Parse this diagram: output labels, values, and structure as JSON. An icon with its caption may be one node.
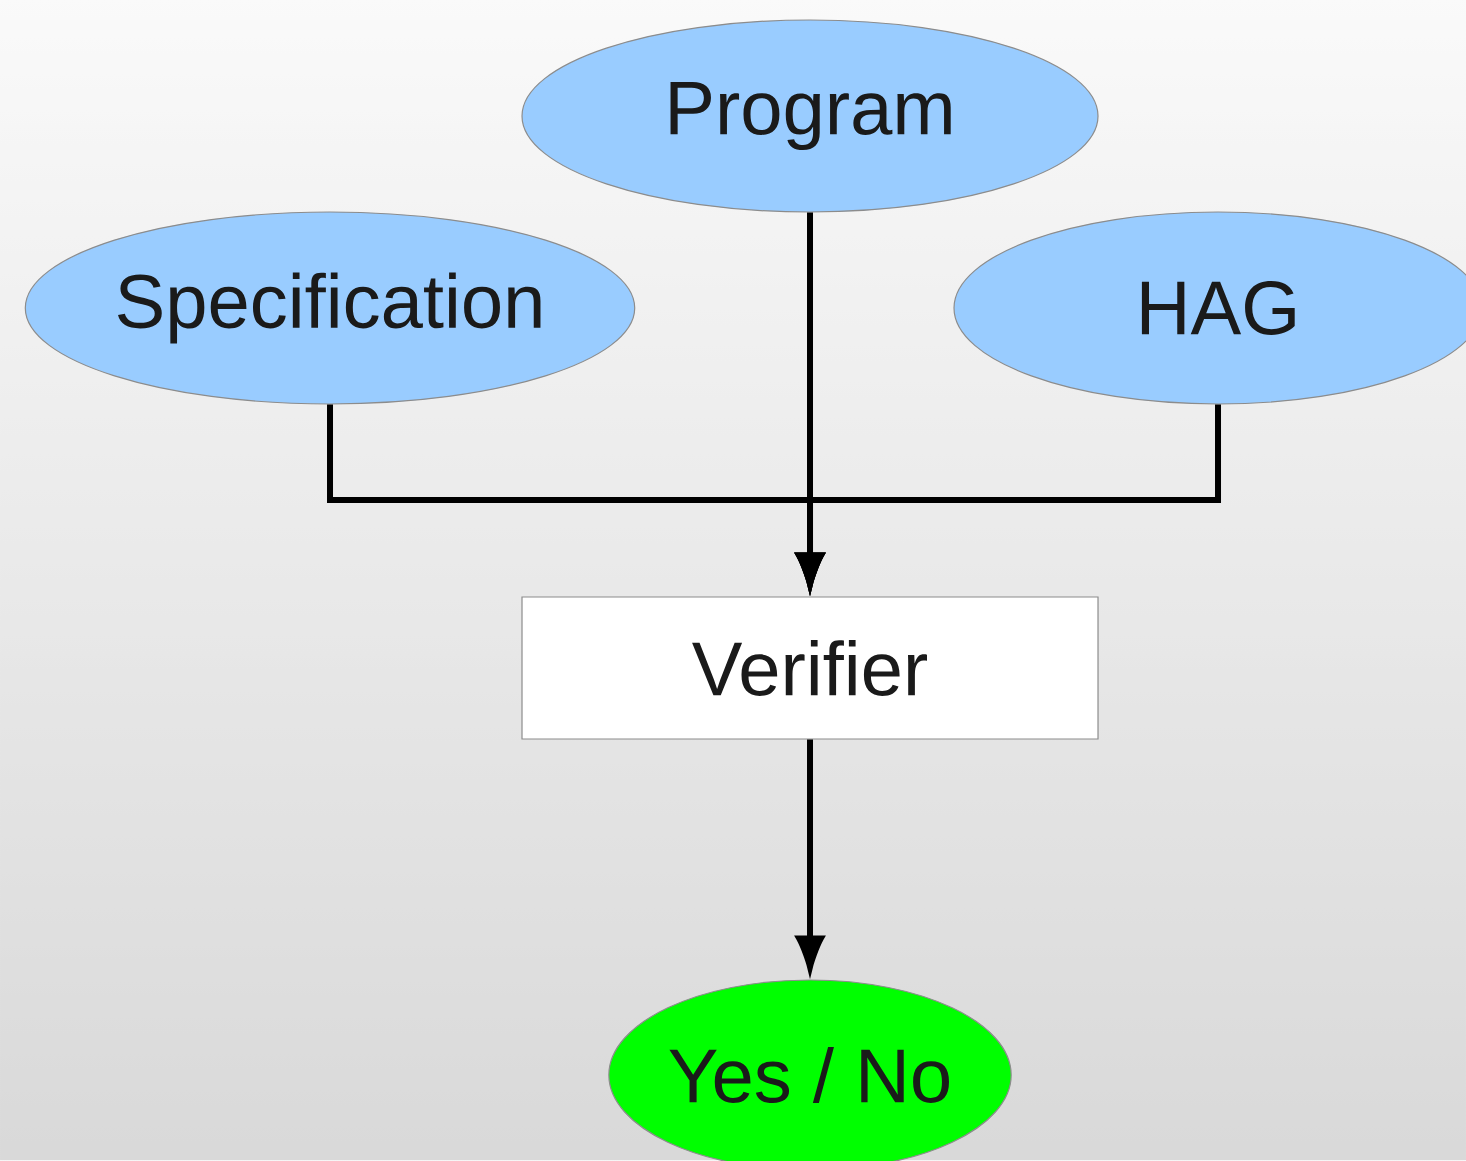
{
  "diagram": {
    "nodes": [
      {
        "text": [
          "Program"
        ]
      },
      {
        "text": [
          "Specification"
        ]
      },
      {
        "text": [
          "HAG"
        ]
      },
      {
        "text": [
          "Verifier"
        ]
      },
      {
        "text": [
          "Yes / No"
        ]
      }
    ],
    "edges": [
      {
        "from": 1,
        "to": 3,
        "arrow": "to"
      },
      {
        "from": 0,
        "to": 3,
        "arrow": "to"
      },
      {
        "from": 2,
        "to": 3,
        "arrow": "to"
      },
      {
        "from": 3,
        "to": 4,
        "arrow": "to"
      }
    ]
  }
}
